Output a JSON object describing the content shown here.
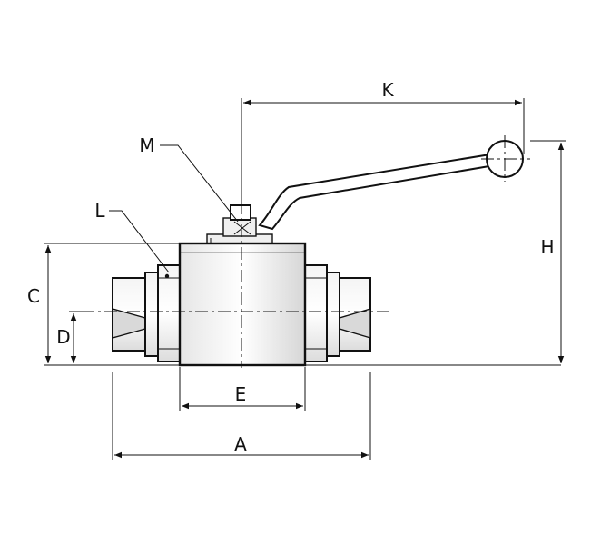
{
  "labels": {
    "K": "K",
    "M": "M",
    "L": "L",
    "C": "C",
    "D": "D",
    "H": "H",
    "E": "E",
    "A": "A"
  }
}
